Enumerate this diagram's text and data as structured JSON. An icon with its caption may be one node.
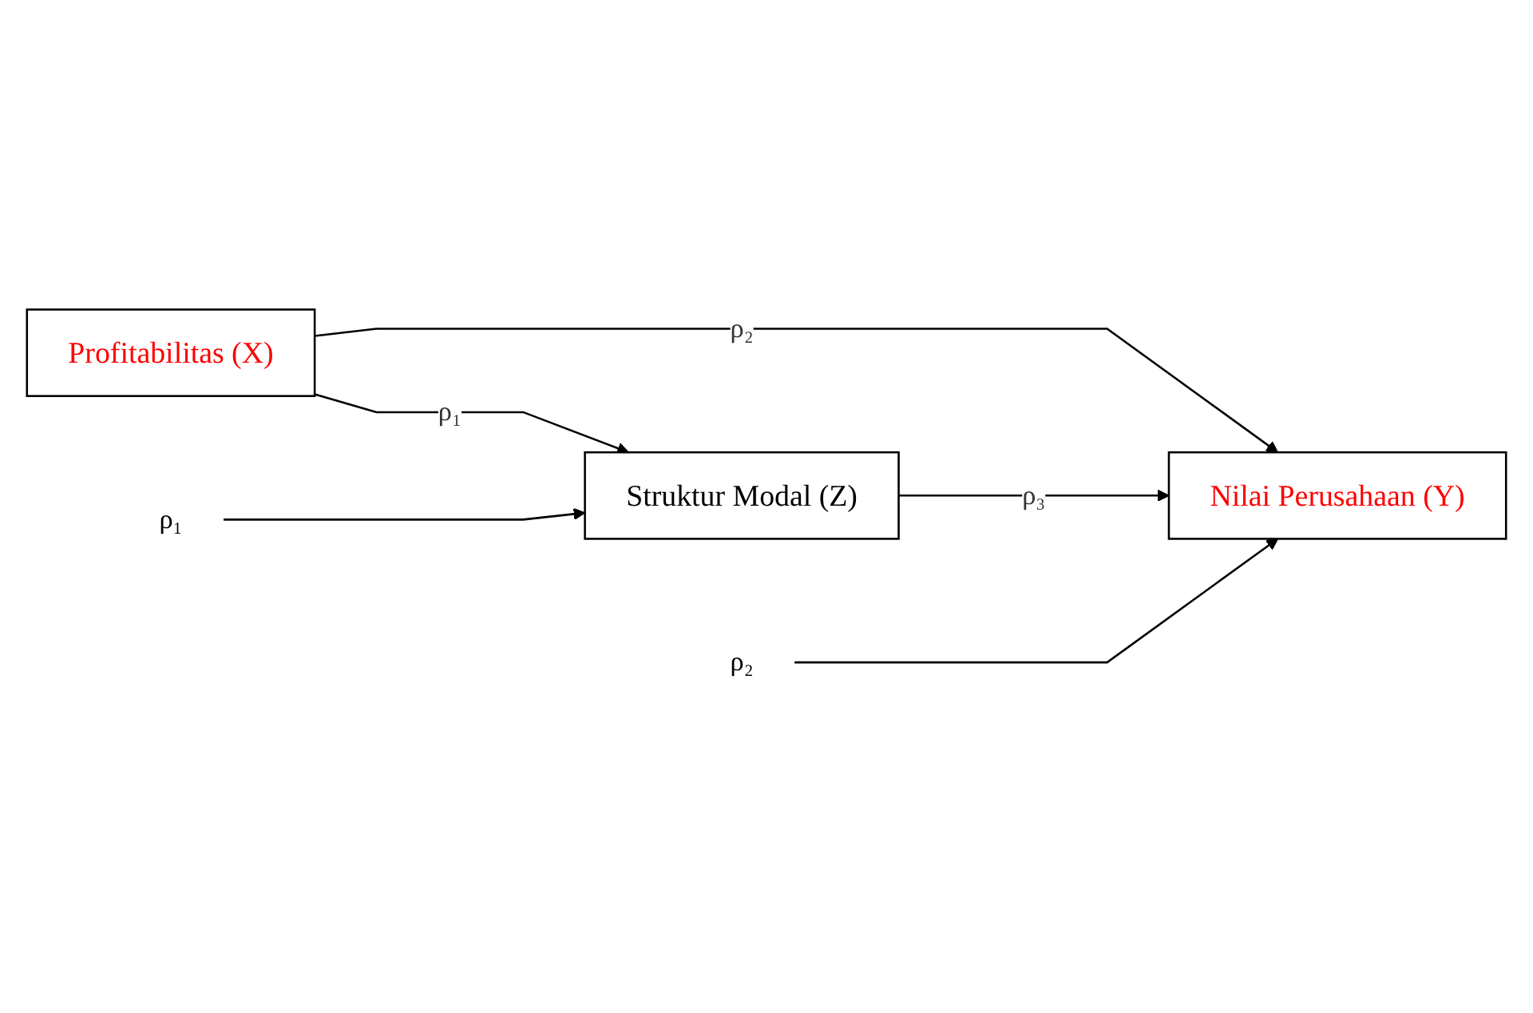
{
  "diagram": {
    "nodes": [
      {
        "text": [
          "Profitabilitas (X)"
        ]
      },
      {
        "text": [
          "Nilai Perusahaan (Y)"
        ]
      },
      {
        "text": [
          "Struktur Modal (Z)"
        ]
      },
      {
        "text": [
          "ρ₂"
        ]
      },
      {
        "text": [
          "ρ₁"
        ]
      }
    ],
    "edges": [
      {
        "from": 0,
        "to": 1,
        "arrow": "to",
        "label": "ρ₂"
      },
      {
        "from": 0,
        "to": 2,
        "arrow": "to",
        "label": "ρ₁"
      },
      {
        "from": 2,
        "to": 1,
        "arrow": "to",
        "label": "ρ₃"
      },
      {
        "from": 3,
        "to": 1,
        "arrow": "to"
      },
      {
        "from": 4,
        "to": 2,
        "arrow": "to"
      }
    ]
  }
}
